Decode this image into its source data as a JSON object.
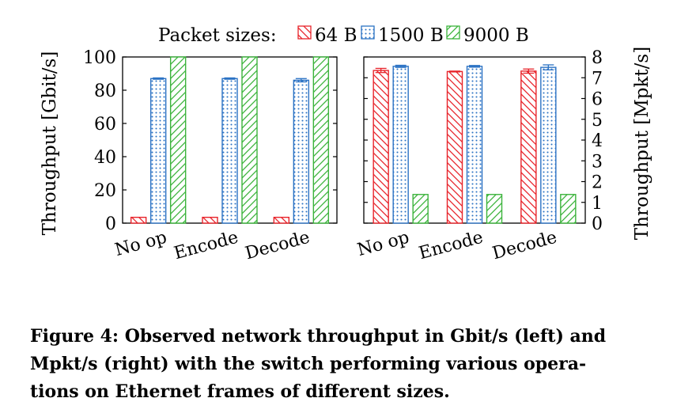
{
  "legend": {
    "title": "Packet sizes:",
    "items": [
      {
        "label": "64 B",
        "color": "#e8232a",
        "pattern": "hatch-back"
      },
      {
        "label": "1500 B",
        "color": "#2b72c4",
        "pattern": "dots"
      },
      {
        "label": "9000 B",
        "color": "#3bb33b",
        "pattern": "hatch-fwd"
      }
    ]
  },
  "chart_data": [
    {
      "type": "bar",
      "ylabel": "Throughput [Gbit/s]",
      "xlabel": "",
      "categories": [
        "No op",
        "Encode",
        "Decode"
      ],
      "ylim": [
        0,
        100
      ],
      "yticks": [
        0,
        20,
        40,
        60,
        80,
        100
      ],
      "grid": false,
      "series": [
        {
          "name": "64 B",
          "values": [
            3.5,
            3.5,
            3.5
          ],
          "errors": [
            0,
            0,
            0
          ]
        },
        {
          "name": "1500 B",
          "values": [
            87,
            87,
            86
          ],
          "errors": [
            0.4,
            0.4,
            1.0
          ]
        },
        {
          "name": "9000 B",
          "values": [
            100,
            100,
            100
          ],
          "errors": [
            0,
            0,
            0
          ]
        }
      ]
    },
    {
      "type": "bar",
      "ylabel": "Throughput [Mpkt/s]",
      "xlabel": "",
      "categories": [
        "No op",
        "Encode",
        "Decode"
      ],
      "ylim": [
        0,
        8
      ],
      "yticks": [
        0,
        1,
        2,
        3,
        4,
        5,
        6,
        7,
        8
      ],
      "grid": false,
      "series": [
        {
          "name": "64 B",
          "values": [
            7.35,
            7.3,
            7.32
          ],
          "errors": [
            0.1,
            0.02,
            0.1
          ]
        },
        {
          "name": "1500 B",
          "values": [
            7.55,
            7.55,
            7.5
          ],
          "errors": [
            0.05,
            0.04,
            0.12
          ]
        },
        {
          "name": "9000 B",
          "values": [
            1.38,
            1.38,
            1.38
          ],
          "errors": [
            0,
            0,
            0
          ]
        }
      ]
    }
  ],
  "caption": {
    "lines": [
      "Figure 4: Observed network throughput in Gbit/s (left) and",
      "Mpkt/s (right) with the switch performing various opera-",
      "tions on Ethernet frames of different sizes."
    ]
  }
}
